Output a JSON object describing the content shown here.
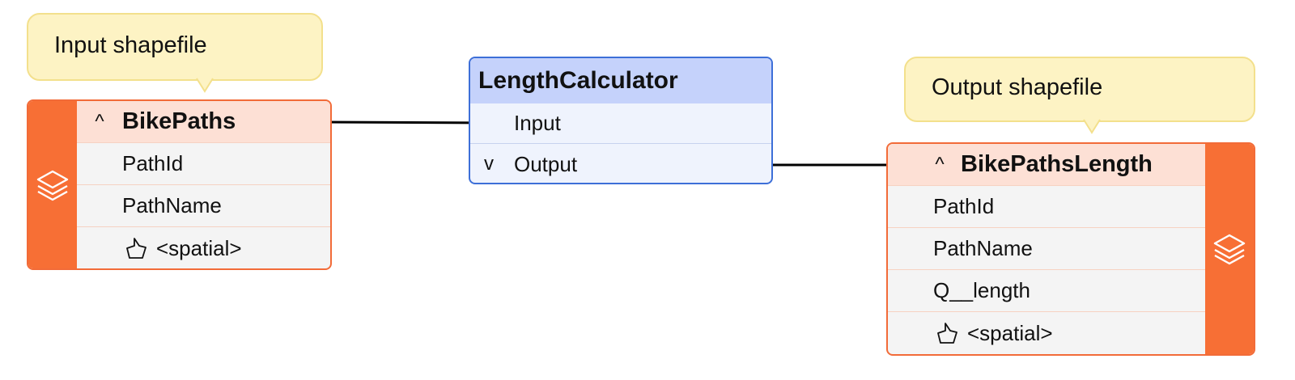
{
  "callouts": {
    "input": "Input shapefile",
    "output": "Output shapefile"
  },
  "datasets": {
    "source": {
      "name": "BikePaths",
      "caret": "^",
      "fields": [
        "PathId",
        "PathName"
      ],
      "spatial_label": "<spatial>",
      "icon": "layers-icon"
    },
    "target": {
      "name": "BikePathsLength",
      "caret": "^",
      "fields": [
        "PathId",
        "PathName",
        "Q__length"
      ],
      "spatial_label": "<spatial>",
      "icon": "layers-icon"
    }
  },
  "transformer": {
    "name": "LengthCalculator",
    "input_label": "Input",
    "output_label": "Output",
    "output_caret": "v"
  },
  "colors": {
    "dataset_accent": "#f76f35",
    "dataset_border": "#f26b38",
    "dataset_header": "#fde0d5",
    "transformer_border": "#3d6fd8",
    "transformer_header": "#c5d2fb",
    "callout_fill": "#fdf3c4",
    "connector": "#000000"
  }
}
